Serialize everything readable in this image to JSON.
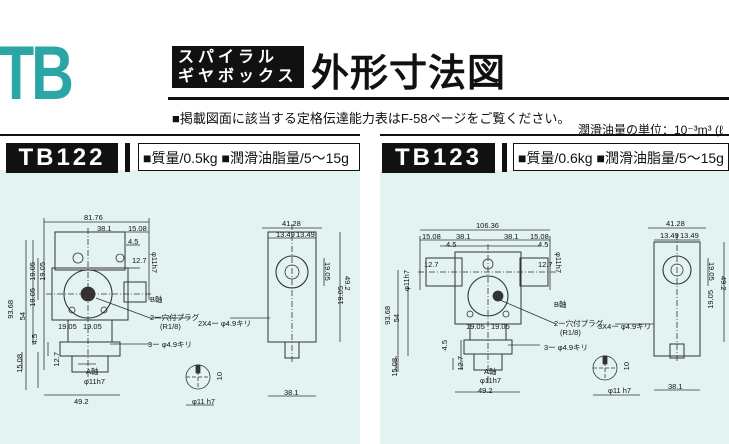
{
  "header": {
    "brand": "TB",
    "tag_line1": "スパイラル",
    "tag_line2": "ギヤボックス",
    "title": "外形寸法図",
    "notice": "■掲載図面に該当する定格伝達能力表はF-58ページをご覧ください。",
    "unit_note": "潤滑油量の単位：10⁻³m³ (ℓ"
  },
  "left": {
    "model": "TB122",
    "spec": "■質量/0.5kg ■潤滑油脂量/5～15g",
    "dims": {
      "w_total": "81.76",
      "w_a": "38.1",
      "w_b": "15.08",
      "w_c": "4.5",
      "w_d": "12.7",
      "shaft": "φ11h7",
      "h_total": "93.68",
      "h_a": "54",
      "h_b": "19.05",
      "h_c": "4.5",
      "h_d": "15.08",
      "h_e": "12.7",
      "bottom_w": "49.2",
      "hole_pitch": "19.05",
      "plug": "2ー穴付プラグ",
      "plug_sub": "(R1/8)",
      "holes": "3ー φ4.9キリ",
      "holes_side": "2X4ー φ4.9キリ",
      "b_axis": "B軸",
      "a_axis": "A軸",
      "side_w": "41.28",
      "side_a": "13.49",
      "side_b": "13.49",
      "side_h": "19.05",
      "side_h2": "49.2",
      "side_bottom": "38.1",
      "key_h": "10",
      "key_shaft": "φ11 h7"
    }
  },
  "right": {
    "model": "TB123",
    "spec": "■質量/0.6kg ■潤滑油脂量/5～15g",
    "dims": {
      "w_total": "106.36",
      "w_a": "38.1",
      "w_b": "38.1",
      "w_c": "15.08",
      "w_d": "15.08",
      "w_e": "4.5",
      "w_f": "4.5",
      "w_g": "12.7",
      "w_h": "12.7",
      "shaft": "φ11h7",
      "h_total": "93.68",
      "h_a": "54",
      "h_b": "4.5",
      "h_c": "15.08",
      "h_d": "12.7",
      "bottom_w": "49.2",
      "hole_pitch": "19.05",
      "plug": "2ー穴付プラグ",
      "plug_sub": "(R1/8)",
      "holes": "3ー φ4.9キリ",
      "holes_side": "3X4ー φ4.9キリ",
      "b_axis": "B軸",
      "a_axis": "A軸",
      "side_w": "41.28",
      "side_a": "13.49",
      "side_b": "13.49",
      "side_h": "19.05",
      "side_h2": "49.2",
      "side_bottom": "38.1",
      "key_h": "10",
      "key_shaft": "φ11 h7"
    }
  },
  "colors": {
    "brand": "#2aa6a6",
    "panel": "#e2f3f2"
  }
}
